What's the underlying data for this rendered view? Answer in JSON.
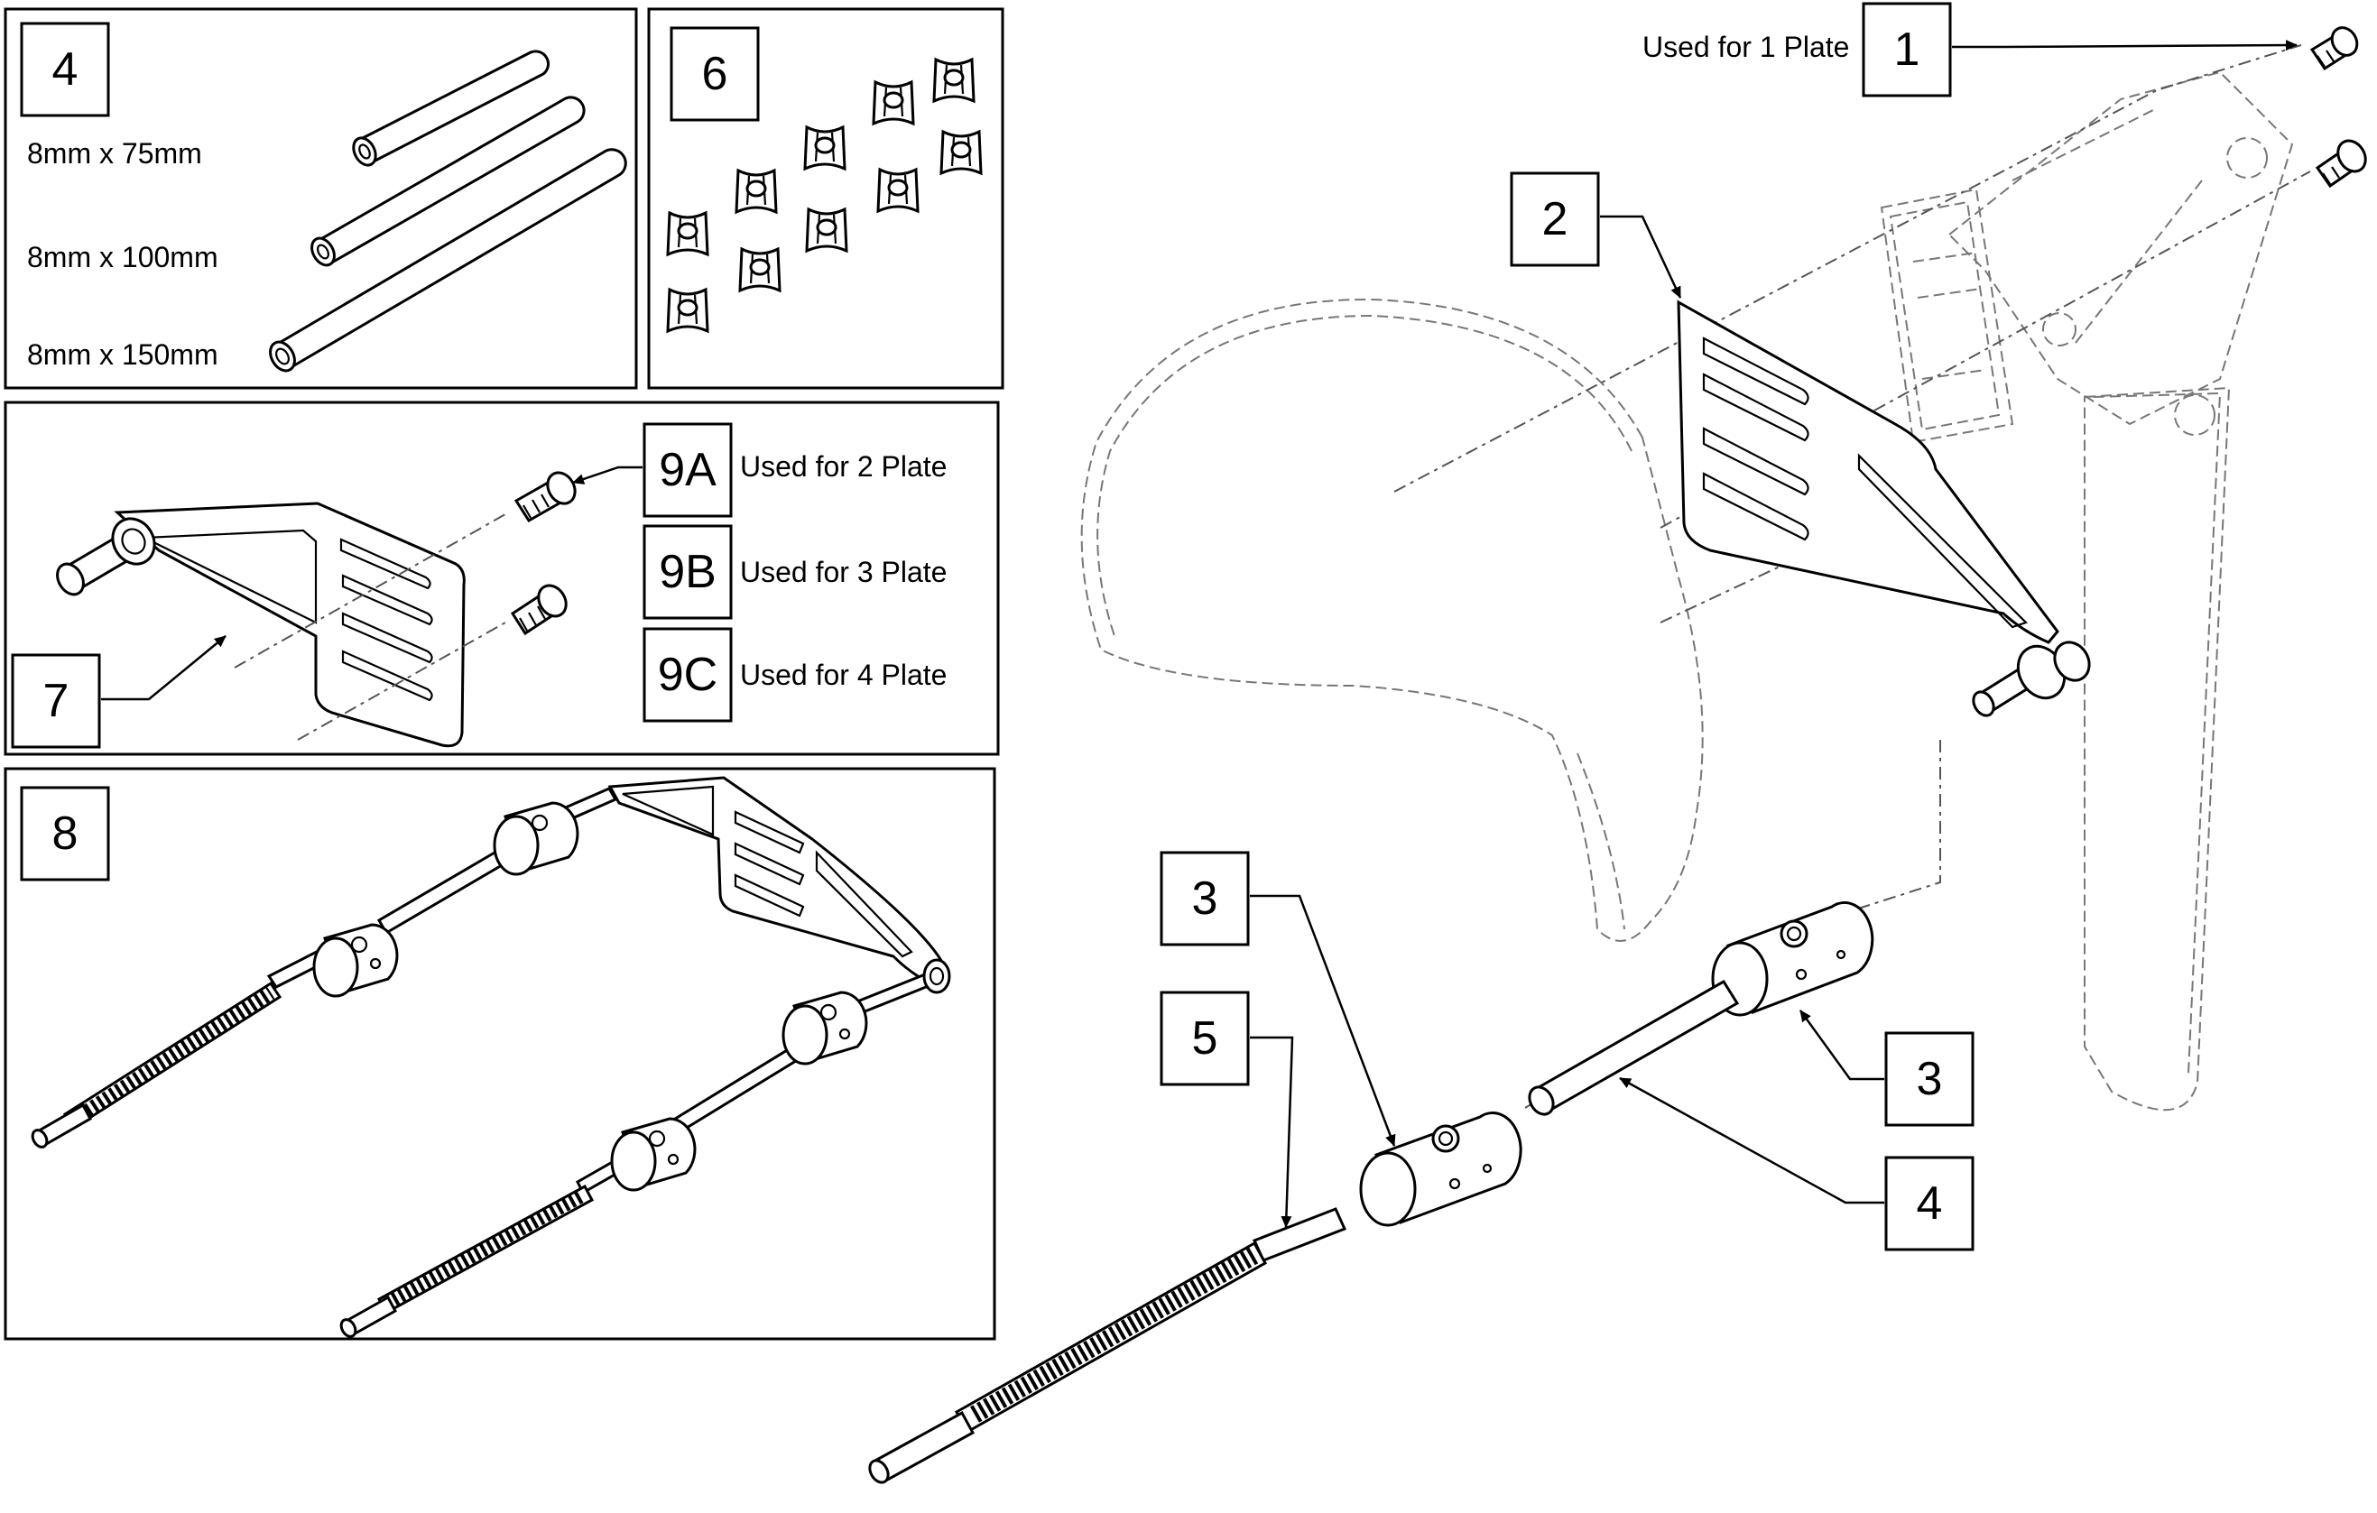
{
  "callouts": {
    "c1": "1",
    "c2": "2",
    "c3a": "3",
    "c3b": "3",
    "c4": "4",
    "c5": "5",
    "inset4": "4",
    "inset6": "6",
    "inset7": "7",
    "inset8": "8",
    "c9a": "9A",
    "c9b": "9B",
    "c9c": "9C"
  },
  "notes": {
    "plate1": "Used for 1 Plate",
    "plate2": "Used for 2 Plate",
    "plate3": "Used for 3 Plate",
    "plate4": "Used for 4 Plate"
  },
  "tubes": {
    "t75": "8mm x 75mm",
    "t100": "8mm x 100mm",
    "t150": "8mm x 150mm"
  }
}
